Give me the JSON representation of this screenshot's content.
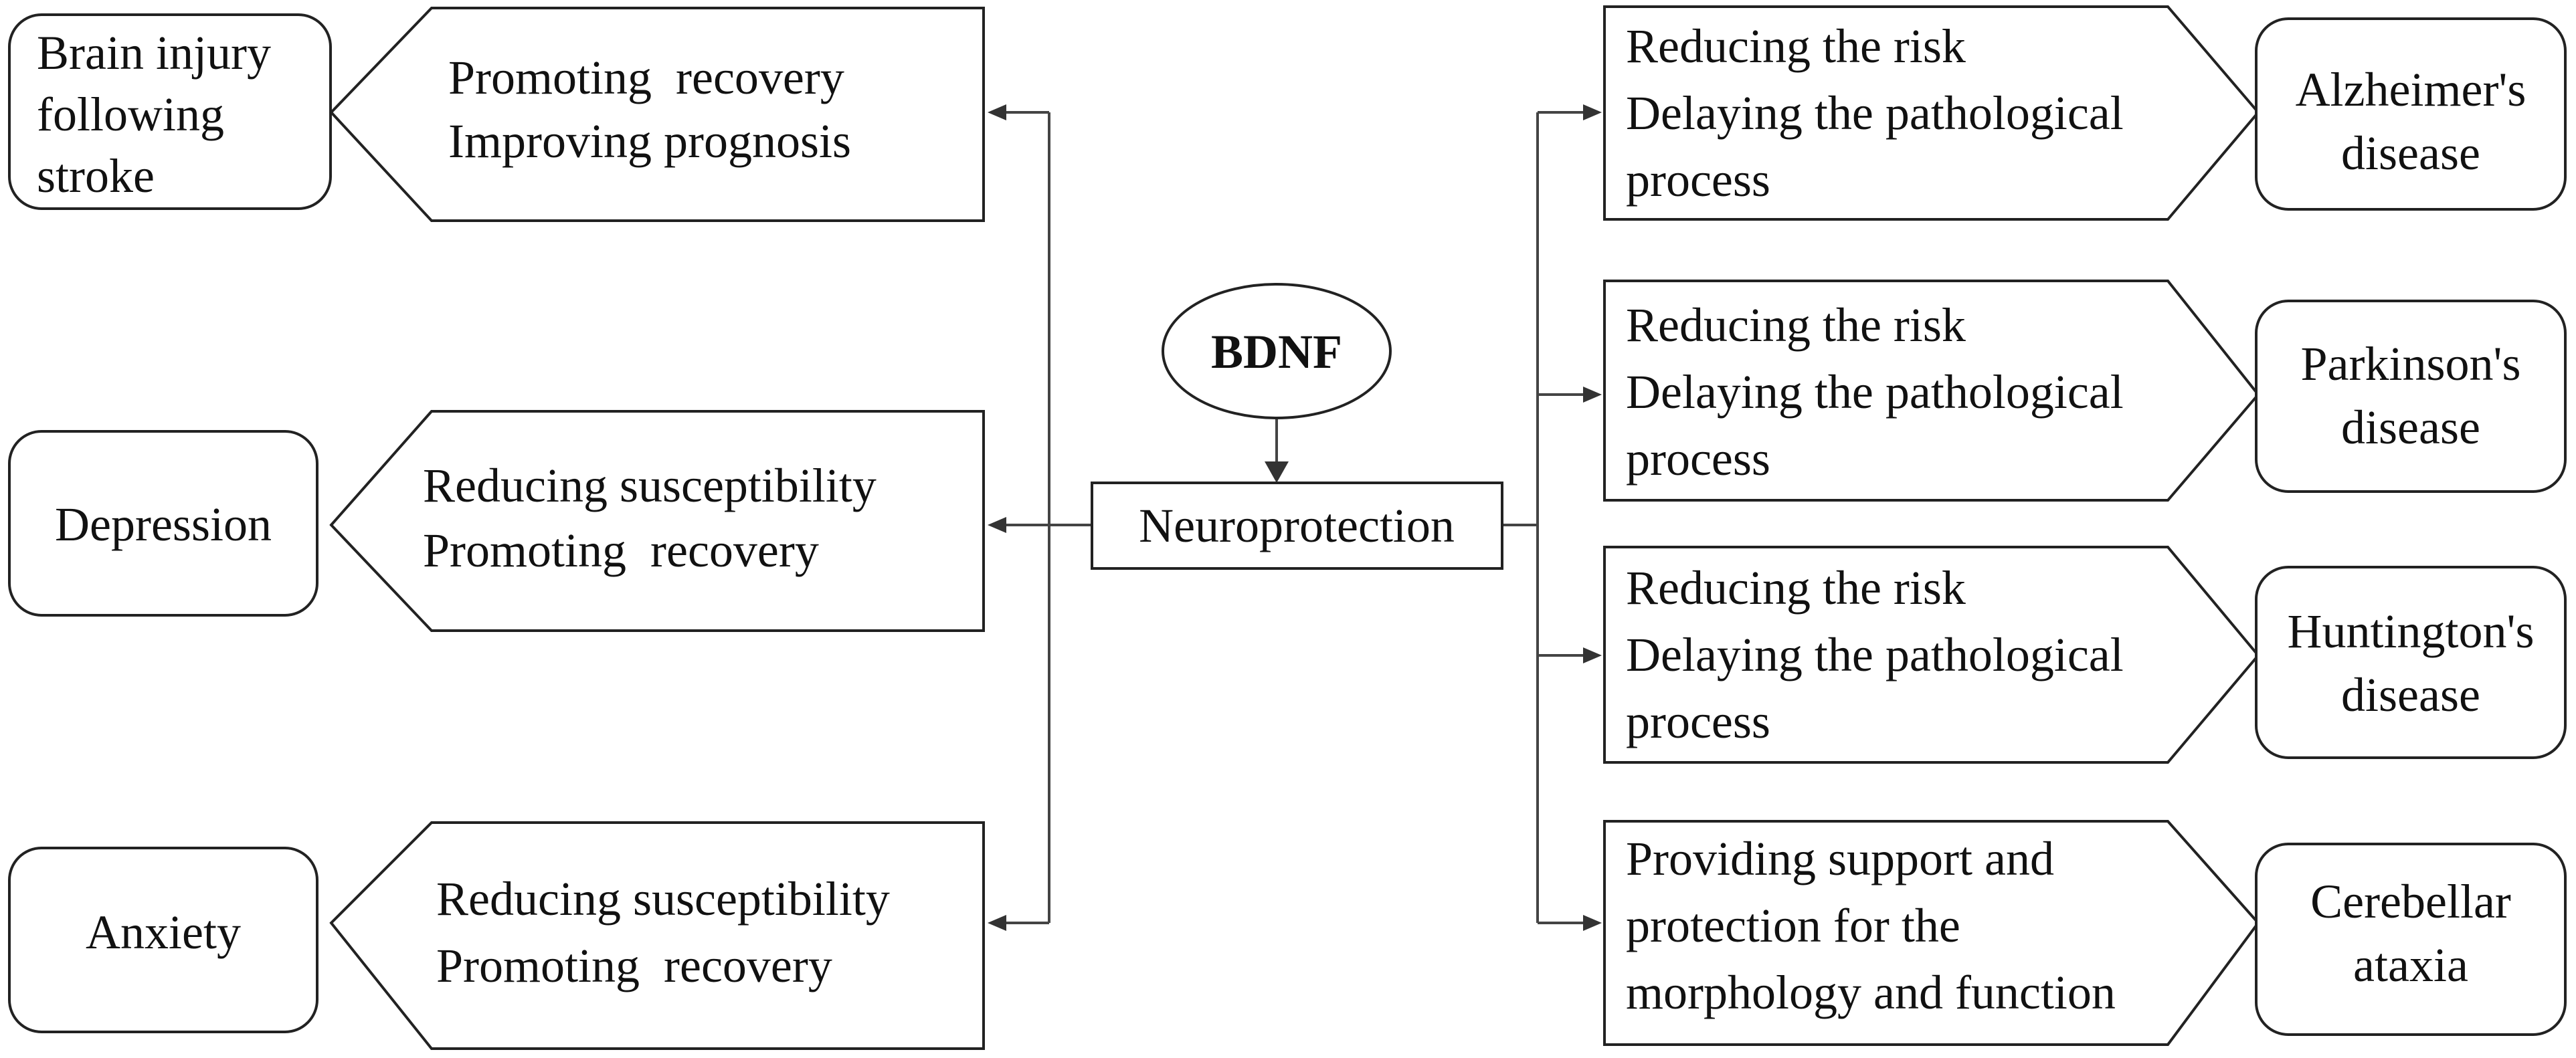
{
  "center": {
    "bdnf": "BDNF",
    "neuroprotection": "Neuroprotection"
  },
  "left": [
    {
      "effect": [
        "Promoting  recovery",
        "Improving prognosis"
      ],
      "condition": [
        "Brain injury",
        "following",
        "stroke"
      ]
    },
    {
      "effect": [
        "Reducing susceptibility",
        "Promoting  recovery"
      ],
      "condition": [
        "Depression"
      ]
    },
    {
      "effect": [
        "Reducing susceptibility",
        "Promoting  recovery"
      ],
      "condition": [
        "Anxiety"
      ]
    }
  ],
  "right": [
    {
      "effect": [
        "Reducing the risk",
        "Delaying the pathological",
        "process"
      ],
      "condition": [
        "Alzheimer's",
        "disease"
      ]
    },
    {
      "effect": [
        "Reducing the risk",
        "Delaying the pathological",
        "process"
      ],
      "condition": [
        "Parkinson's",
        "disease"
      ]
    },
    {
      "effect": [
        "Reducing the risk",
        "Delaying the pathological",
        "process"
      ],
      "condition": [
        "Huntington's",
        "disease"
      ]
    },
    {
      "effect": [
        "Providing support and",
        "protection for the",
        "morphology and function"
      ],
      "condition": [
        "Cerebellar",
        "ataxia"
      ]
    }
  ]
}
